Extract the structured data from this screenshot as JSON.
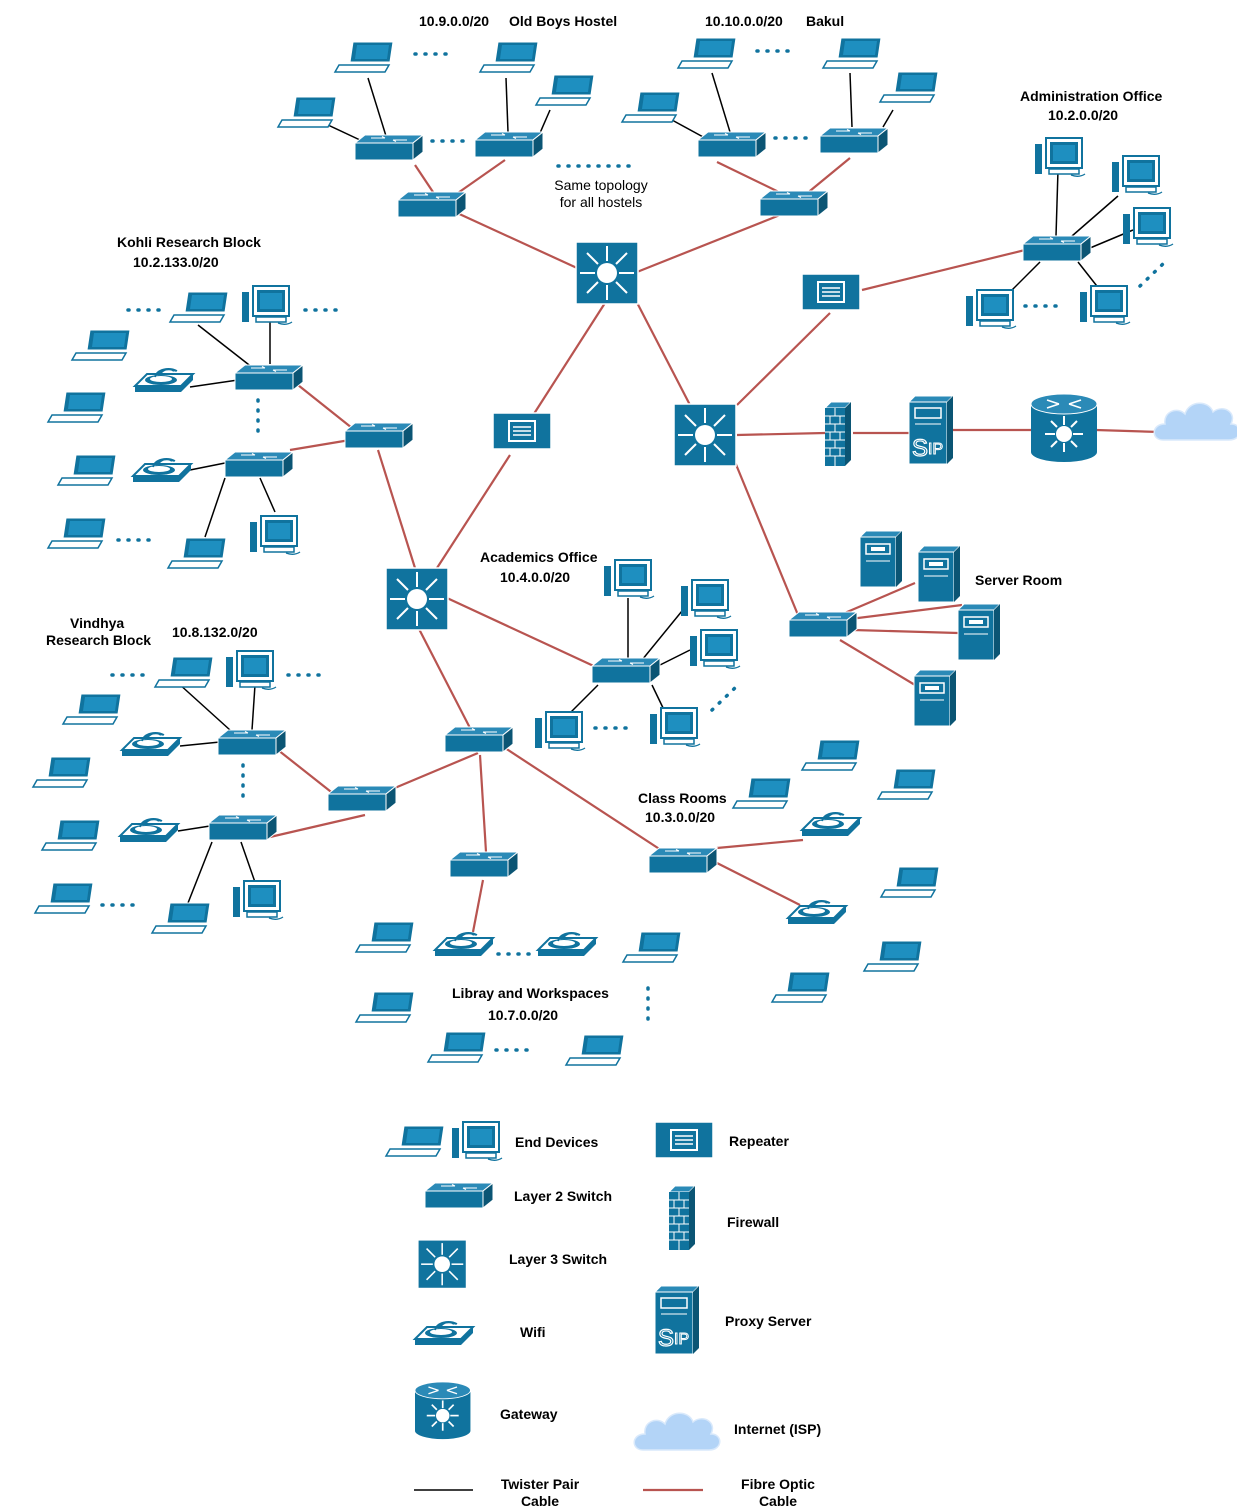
{
  "colors": {
    "device": "#10739e",
    "device_dark": "#0b5574",
    "fiber": "#b85450",
    "twisted_pair": "#000000",
    "cloud": "#b3d4f7"
  },
  "labels": {
    "old_boys_subnet": "10.9.0.0/20",
    "old_boys_name": "Old Boys Hostel",
    "bakul_subnet": "10.10.0.0/20",
    "bakul_name": "Bakul",
    "same_topology_1": "Same topology",
    "same_topology_2": "for all hostels",
    "admin_name": "Administration Office",
    "admin_subnet": "10.2.0.0/20",
    "kohli_name": "Kohli Research Block",
    "kohli_subnet": "10.2.133.0/20",
    "academics_name": "Academics Office",
    "academics_subnet": "10.4.0.0/20",
    "server_room": "Server Room",
    "vindhya_name_1": "Vindhya",
    "vindhya_name_2": "Research Block",
    "vindhya_subnet": "10.8.132.0/20",
    "classrooms_name": "Class Rooms",
    "classrooms_subnet": "10.3.0.0/20",
    "library_name": "Libray and Workspaces",
    "library_subnet": "10.7.0.0/20"
  },
  "legend": {
    "end_devices": "End Devices",
    "repeater": "Repeater",
    "l2switch": "Layer 2 Switch",
    "firewall": "Firewall",
    "l3switch": "Layer 3 Switch",
    "proxy": "Proxy Server",
    "wifi": "Wifi",
    "gateway": "Gateway",
    "internet": "Internet (ISP)",
    "tp_1": "Twister Pair",
    "tp_2": "Cable",
    "fiber_1": "Fibre Optic",
    "fiber_2": "Cable"
  }
}
